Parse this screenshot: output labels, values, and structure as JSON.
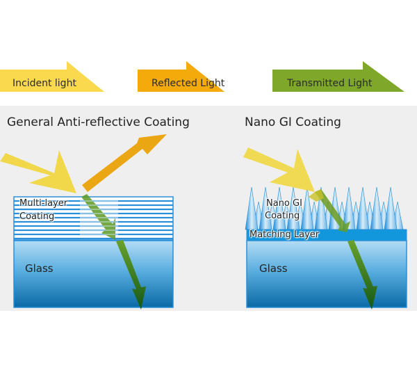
{
  "legend": [
    {
      "label": "Incident light",
      "color": "#f8d84a"
    },
    {
      "label": "Reflected Light",
      "color": "#f2a81a"
    },
    {
      "label": "Transmitted Light",
      "color": "#7ba52a"
    }
  ],
  "left_diagram": {
    "title": "General Anti-reflective Coating",
    "coating_label_line1": "Multi-layer",
    "coating_label_line2": "Coating",
    "glass_label": "Glass"
  },
  "right_diagram": {
    "title": "Nano GI Coating",
    "coating_label_line1": "Nano GI",
    "coating_label_line2": "Coating",
    "matching_label": "Matching Layer",
    "glass_label": "Glass"
  },
  "colors": {
    "panel_bg": "#efefef",
    "glass_top": "#a8d6f2",
    "glass_bottom": "#0f6ea8",
    "glass_border": "#2a8fd8",
    "coating_line": "#2a8fd8",
    "incident": "#f0d84a",
    "reflected": "#eba614",
    "transmitted": "#5e9a24",
    "transmitted_dark": "#1f6314"
  }
}
